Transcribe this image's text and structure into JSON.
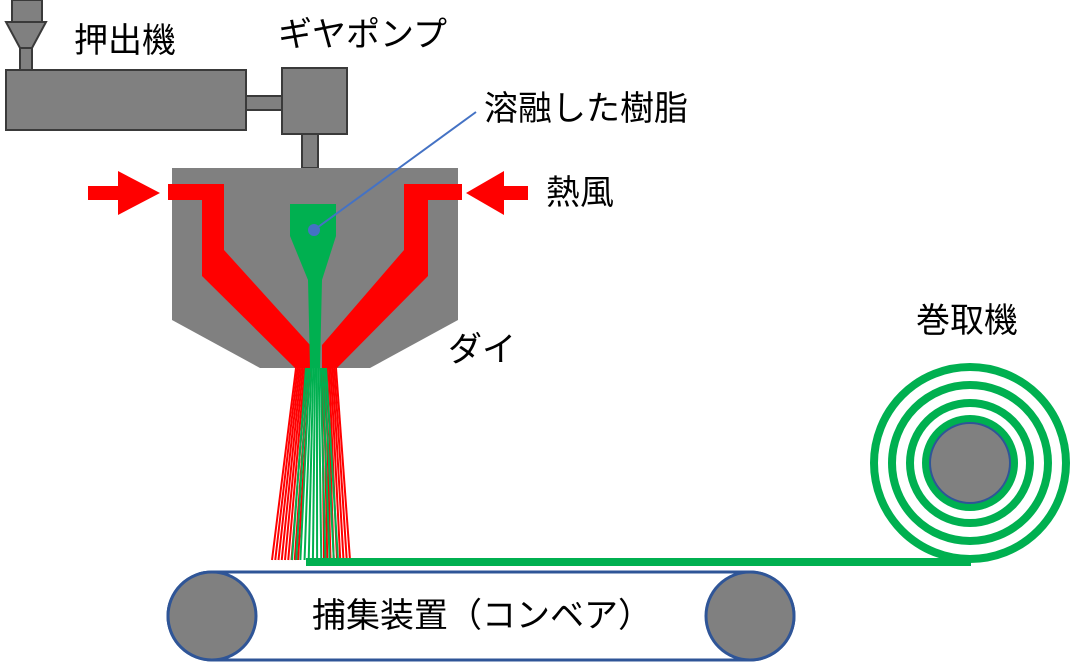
{
  "labels": {
    "extruder": "押出機",
    "gear_pump": "ギヤポンプ",
    "molten_resin": "溶融した樹脂",
    "hot_air": "熱風",
    "die": "ダイ",
    "winder": "巻取機",
    "collector": "捕集装置（コンベア）"
  },
  "colors": {
    "machine_gray": "#808080",
    "outline": "#3a3a3a",
    "hot_air_red": "#ff0000",
    "resin_green": "#00b050",
    "belt_blue": "#2f5597",
    "pointer_blue": "#4472c4"
  }
}
